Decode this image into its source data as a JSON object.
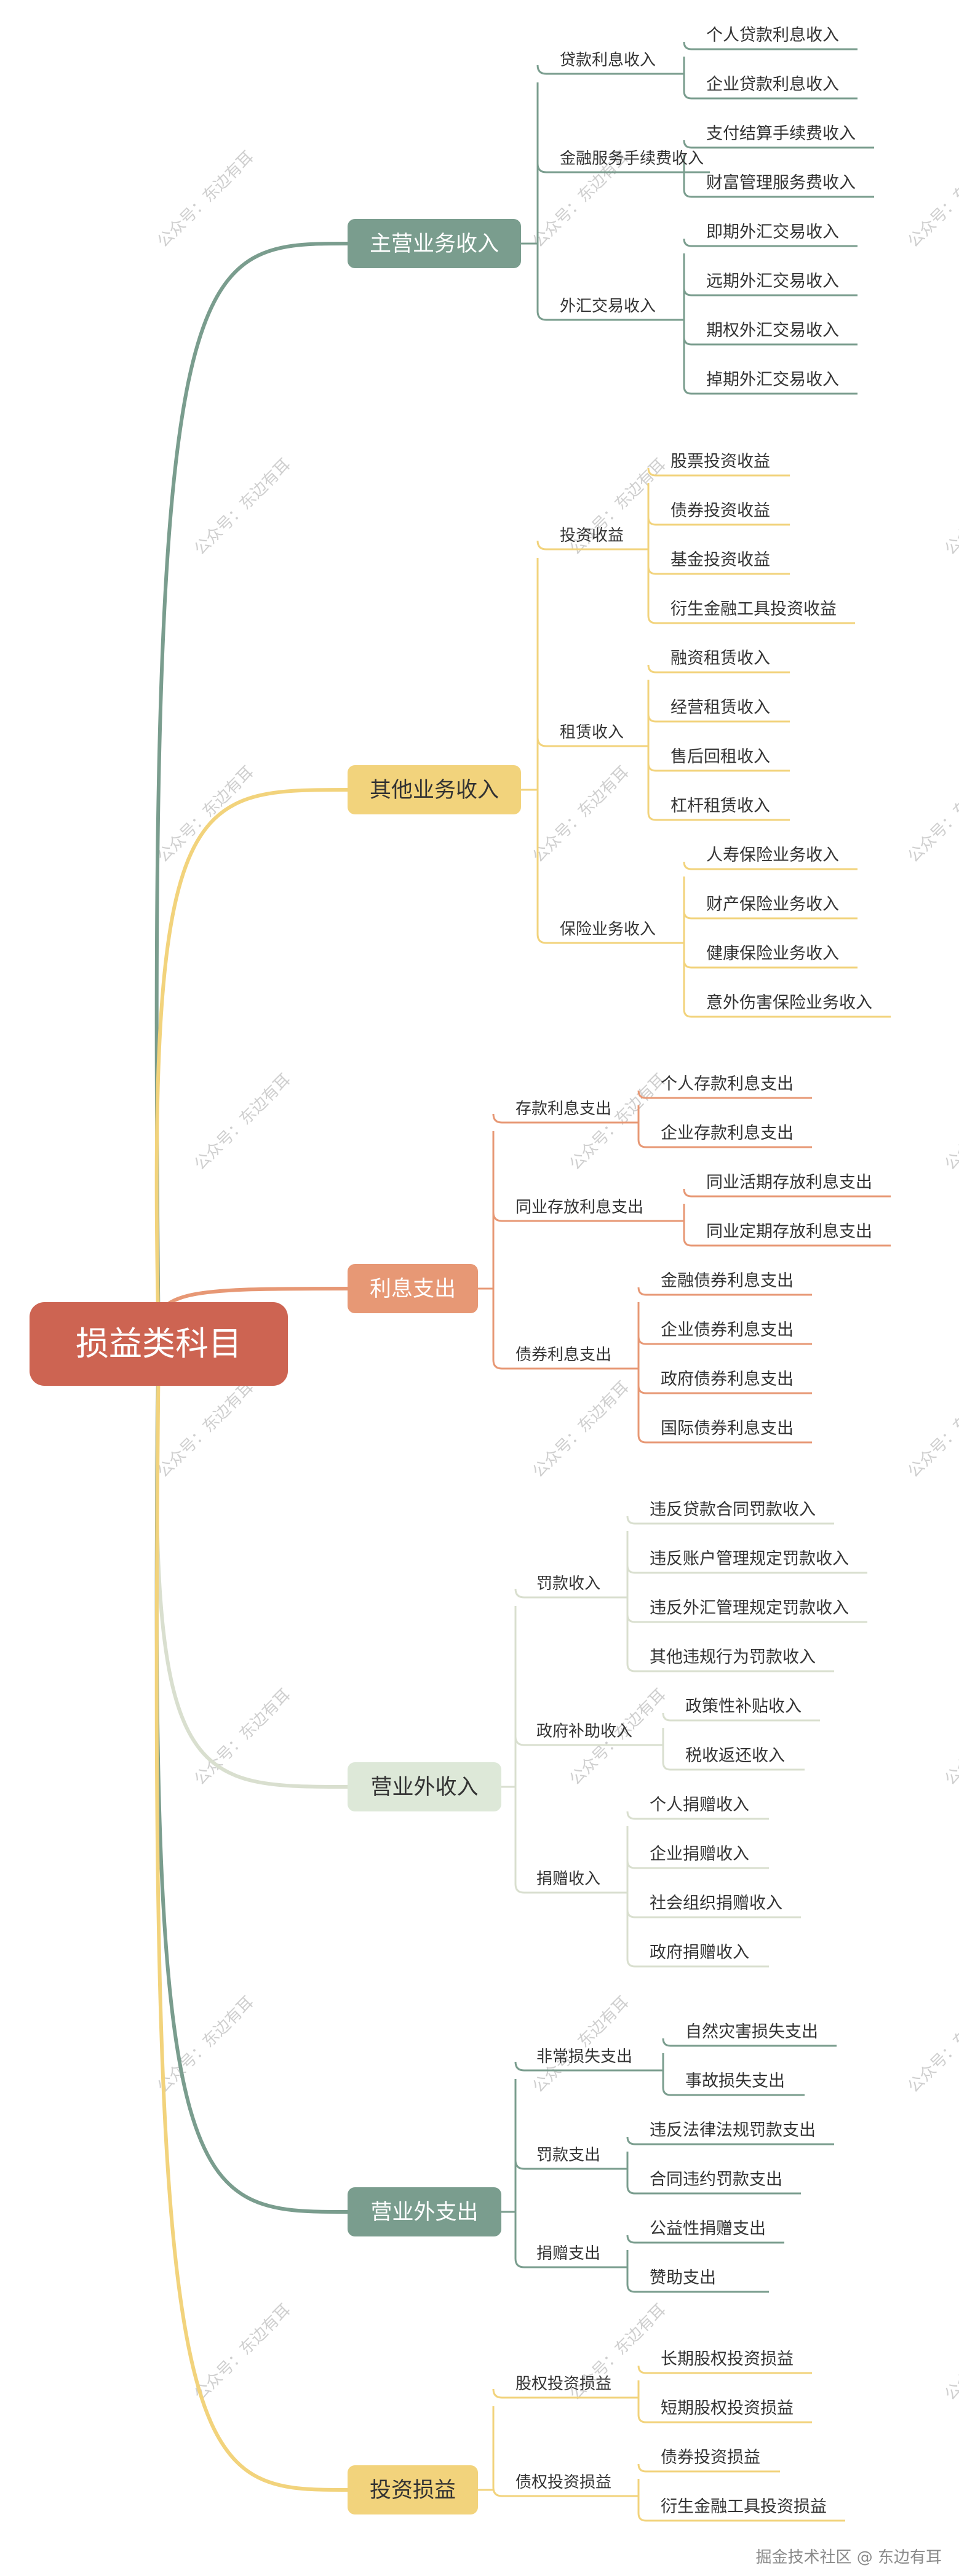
{
  "root": {
    "label": "损益类科目",
    "color": "#cd6452"
  },
  "branches": [
    {
      "label": "主营业务收入",
      "color": "#7a9d8e",
      "groups": [
        {
          "label": "贷款利息收入",
          "items": [
            "个人贷款利息收入",
            "企业贷款利息收入"
          ]
        },
        {
          "label": "金融服务手续费收入",
          "items": [
            "支付结算手续费收入",
            "财富管理服务费收入"
          ]
        },
        {
          "label": "外汇交易收入",
          "items": [
            "即期外汇交易收入",
            "远期外汇交易收入",
            "期权外汇交易收入",
            "掉期外汇交易收入"
          ]
        }
      ]
    },
    {
      "label": "其他业务收入",
      "color": "#f2d37c",
      "groups": [
        {
          "label": "投资收益",
          "items": [
            "股票投资收益",
            "债券投资收益",
            "基金投资收益",
            "衍生金融工具投资收益"
          ]
        },
        {
          "label": "租赁收入",
          "items": [
            "融资租赁收入",
            "经营租赁收入",
            "售后回租收入",
            "杠杆租赁收入"
          ]
        },
        {
          "label": "保险业务收入",
          "items": [
            "人寿保险业务收入",
            "财产保险业务收入",
            "健康保险业务收入",
            "意外伤害保险业务收入"
          ]
        }
      ]
    },
    {
      "label": "利息支出",
      "color": "#e79875",
      "groups": [
        {
          "label": "存款利息支出",
          "items": [
            "个人存款利息支出",
            "企业存款利息支出"
          ]
        },
        {
          "label": "同业存放利息支出",
          "items": [
            "同业活期存放利息支出",
            "同业定期存放利息支出"
          ]
        },
        {
          "label": "债券利息支出",
          "items": [
            "金融债券利息支出",
            "企业债券利息支出",
            "政府债券利息支出",
            "国际债券利息支出"
          ]
        }
      ]
    },
    {
      "label": "营业外收入",
      "color": "#dde8d8",
      "groups": [
        {
          "label": "罚款收入",
          "items": [
            "违反贷款合同罚款收入",
            "违反账户管理规定罚款收入",
            "违反外汇管理规定罚款收入",
            "其他违规行为罚款收入"
          ]
        },
        {
          "label": "政府补助收入",
          "items": [
            "政策性补贴收入",
            "税收返还收入"
          ]
        },
        {
          "label": "捐赠收入",
          "items": [
            "个人捐赠收入",
            "企业捐赠收入",
            "社会组织捐赠收入",
            "政府捐赠收入"
          ]
        }
      ]
    },
    {
      "label": "营业外支出",
      "color": "#7a9d8e",
      "groups": [
        {
          "label": "非常损失支出",
          "items": [
            "自然灾害损失支出",
            "事故损失支出"
          ]
        },
        {
          "label": "罚款支出",
          "items": [
            "违反法律法规罚款支出",
            "合同违约罚款支出"
          ]
        },
        {
          "label": "捐赠支出",
          "items": [
            "公益性捐赠支出",
            "赞助支出"
          ]
        }
      ]
    },
    {
      "label": "投资损益",
      "color": "#f2d37c",
      "groups": [
        {
          "label": "股权投资损益",
          "items": [
            "长期股权投资损益",
            "短期股权投资损益"
          ]
        },
        {
          "label": "债权投资损益",
          "items": [
            "债券投资损益",
            "衍生金融工具投资损益"
          ]
        }
      ]
    }
  ],
  "watermark": "公众号：东边有耳",
  "footer": "掘金技术社区 @ 东边有耳"
}
